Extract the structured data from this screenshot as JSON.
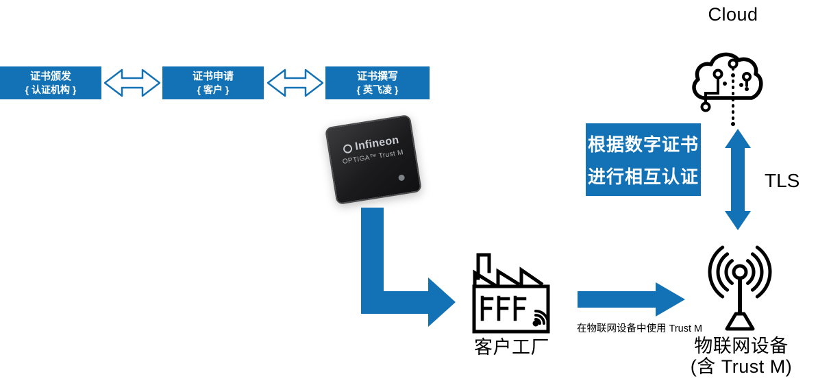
{
  "colors": {
    "accent": "#1272B5",
    "icon_ink": "#000000",
    "box_text": "#FFFFFF"
  },
  "cert_flow": [
    {
      "title": "证书颁发",
      "subtitle": "{ 认证机构 }"
    },
    {
      "title": "证书申请",
      "subtitle": "{ 客户 }"
    },
    {
      "title": "证书撰写",
      "subtitle": "{ 英飞凌 }"
    }
  ],
  "chip": {
    "brand": "Infineon",
    "model": "OPTIGA™ Trust M"
  },
  "factory": {
    "label": "客户工厂"
  },
  "transfer_caption": "在物联网设备中使用 Trust M",
  "iot_device": {
    "label": "物联网设备",
    "sublabel": "(含 Trust M)"
  },
  "cloud": {
    "label": "Cloud"
  },
  "tls": {
    "label": "TLS"
  },
  "auth_note": {
    "line1": "根据数字证书",
    "line2": "进行相互认证"
  }
}
